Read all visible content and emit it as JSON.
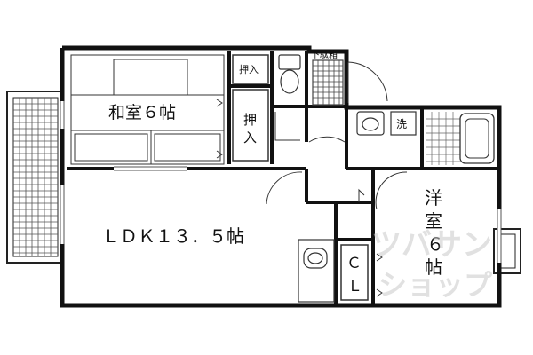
{
  "rooms": {
    "washitsu": "和室６帖",
    "ldk": "ＬＤＫ１３．５帖",
    "yoshitsu_chars": [
      "洋",
      "室",
      "６",
      "帖"
    ],
    "oshiire_small": "押入",
    "oshiire_chars": [
      "押",
      "入"
    ],
    "getabako": "下駄箱",
    "sentaku": "洗",
    "cl_chars": [
      "Ｃ",
      "Ｌ"
    ]
  },
  "watermark": {
    "line1": "ツバサン",
    "line2": "ショップ"
  },
  "colors": {
    "wall": "#111111",
    "line": "#333333",
    "watermark": "#c8c8c8"
  }
}
